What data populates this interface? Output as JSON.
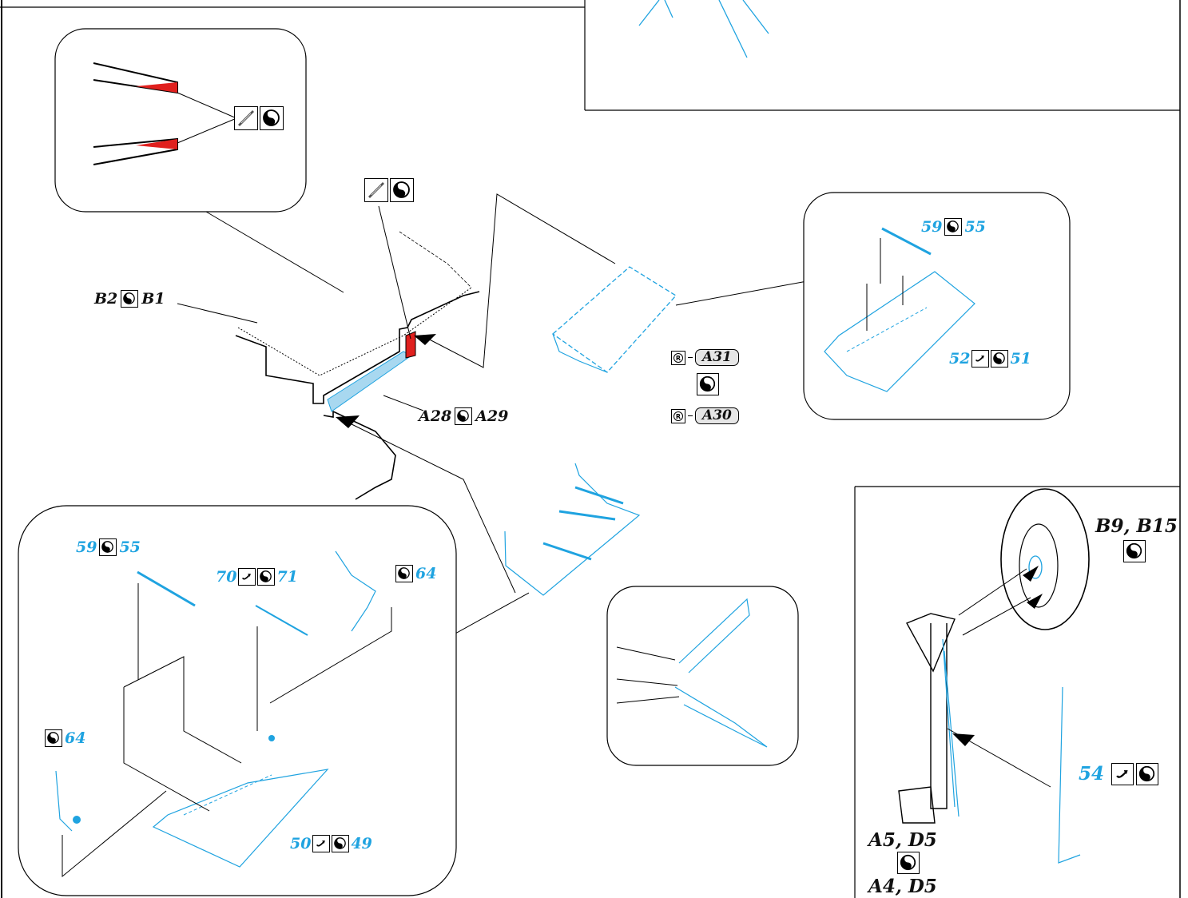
{
  "labels": {
    "b2": "B2",
    "b1": "B1",
    "a28": "A28",
    "a29": "A29",
    "a31": "A31",
    "a30": "A30",
    "top_right_inset_a": "59",
    "top_right_inset_b": "55",
    "top_right_inset_c": "52",
    "top_right_inset_d": "51",
    "left_inset_59": "59",
    "left_inset_55": "55",
    "left_inset_70": "70",
    "left_inset_71": "71",
    "left_inset_64a": "64",
    "left_inset_64b": "64",
    "left_inset_50": "50",
    "left_inset_49": "49",
    "wheel_ref": "B9, B15",
    "strut_ref_top": "A5, D5",
    "strut_ref_bottom": "A4, D5",
    "strut_54": "54"
  },
  "icons": {
    "symmetry": "yin-yang-icon",
    "sanding": "sanding-pad-icon",
    "bend": "bend-icon",
    "registration": "registered-icon"
  },
  "colors": {
    "line": "#111111",
    "etch": "#1fa3e0",
    "glue": "#e0201e",
    "highlight": "#a8d8f0",
    "pill_fill": "#e6e6e6"
  }
}
